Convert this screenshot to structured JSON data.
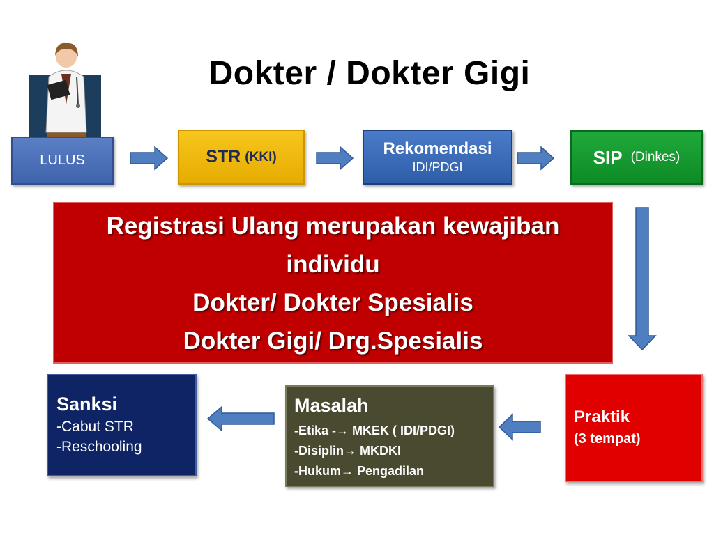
{
  "title": "Dokter / Dokter Gigi",
  "flow": {
    "lulus": "LULUS",
    "str": {
      "label": "STR",
      "sub": "(KKI)"
    },
    "rekomendasi": {
      "label": "Rekomendasi",
      "sub": "IDI/PDGI"
    },
    "sip": {
      "label": "SIP",
      "sub": "(Dinkes)"
    }
  },
  "banner": {
    "line1": "Registrasi Ulang merupakan kewajiban",
    "line2": "individu",
    "line3": "Dokter/ Dokter Spesialis",
    "line4": "Dokter Gigi/ Drg.Spesialis"
  },
  "sanksi": {
    "title": "Sanksi",
    "items": [
      "-Cabut STR",
      "-Reschooling"
    ]
  },
  "masalah": {
    "title": "Masalah",
    "items": [
      "-Etika -→ MKEK ( IDI/PDGI)",
      "-Disiplin→ MKDKI",
      "-Hukum→ Pengadilan"
    ]
  },
  "praktik": {
    "title": "Praktik",
    "sub": "(3 tempat)"
  },
  "colors": {
    "arrow_fill": "#4f7fc0",
    "arrow_stroke": "#2e5a96",
    "banner": "#c00000",
    "str": "#f2bc00",
    "sip": "#13972e"
  }
}
